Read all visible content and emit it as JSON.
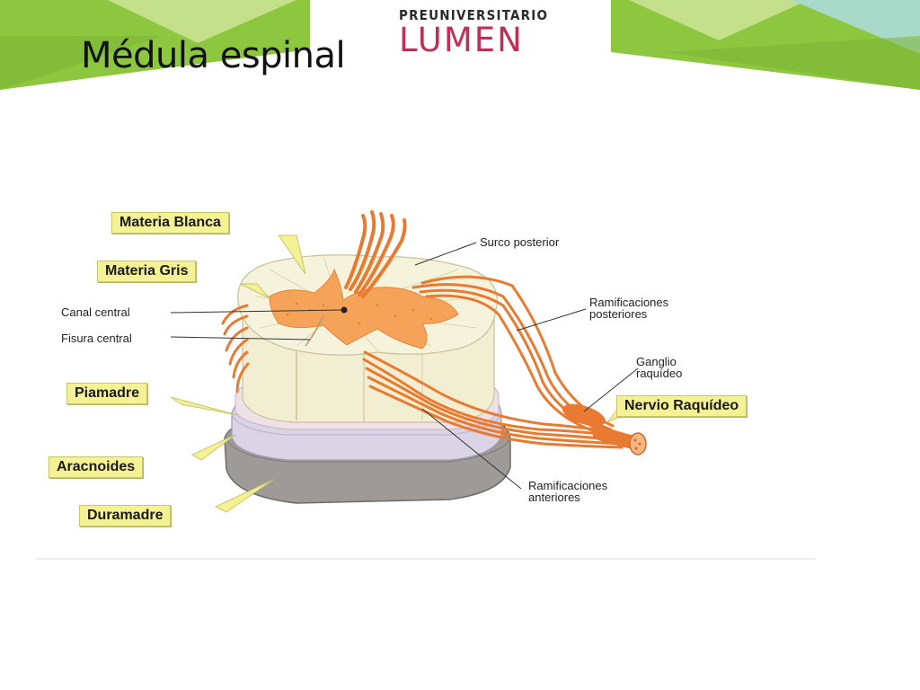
{
  "slide": {
    "title": "Médula espinal"
  },
  "logo": {
    "top": "PREUNIVERSITARIO",
    "main": "LUMEN"
  },
  "colors": {
    "green": "#8dc63f",
    "green_light": "#c4e08b",
    "teal_light": "#a9d9c8",
    "brand_pink": "#c42e55",
    "label_fill": "#f4f295",
    "nerve_orange": "#e97a32",
    "grey_matter": "#f6a35a",
    "white_matter": "#f3f0d6"
  },
  "diagram": {
    "labels_boxed": {
      "materia_blanca": "Materia Blanca",
      "materia_gris": "Materia Gris",
      "piamadre": "Piamadre",
      "aracnoides": "Aracnoides",
      "duramadre": "Duramadre",
      "nervio_raquideo": "Nervio Raquídeo"
    },
    "labels_plain": {
      "canal_central": "Canal central",
      "fisura_central": "Fisura central",
      "surco_posterior": "Surco posterior",
      "ram_post_1": "Ramificaciones",
      "ram_post_2": "posteriores",
      "ganglio_1": "Ganglio",
      "ganglio_2": "raquídeo",
      "ram_ant_1": "Ramificaciones",
      "ram_ant_2": "anteriores"
    }
  }
}
